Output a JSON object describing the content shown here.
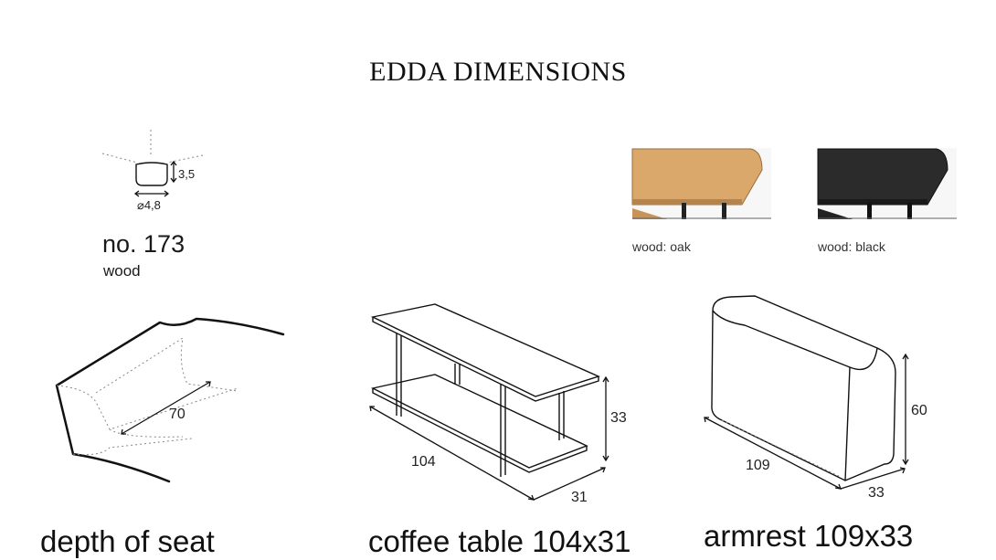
{
  "page": {
    "title": "EDDA DIMENSIONS"
  },
  "leg": {
    "height_label": "3,5",
    "diameter_label": "⌀4,8",
    "number": "no. 173",
    "material": "wood"
  },
  "swatches": [
    {
      "label": "wood: oak",
      "color": "#d9a86a"
    },
    {
      "label": "wood: black",
      "color": "#2b2b2b"
    }
  ],
  "seat": {
    "depth_value": "70",
    "caption": "depth of seat"
  },
  "coffee_table": {
    "length": "104",
    "depth": "31",
    "height": "33",
    "caption": "coffee table 104x31"
  },
  "armrest": {
    "length": "109",
    "depth": "33",
    "height": "60",
    "caption": "armrest 109x33"
  }
}
